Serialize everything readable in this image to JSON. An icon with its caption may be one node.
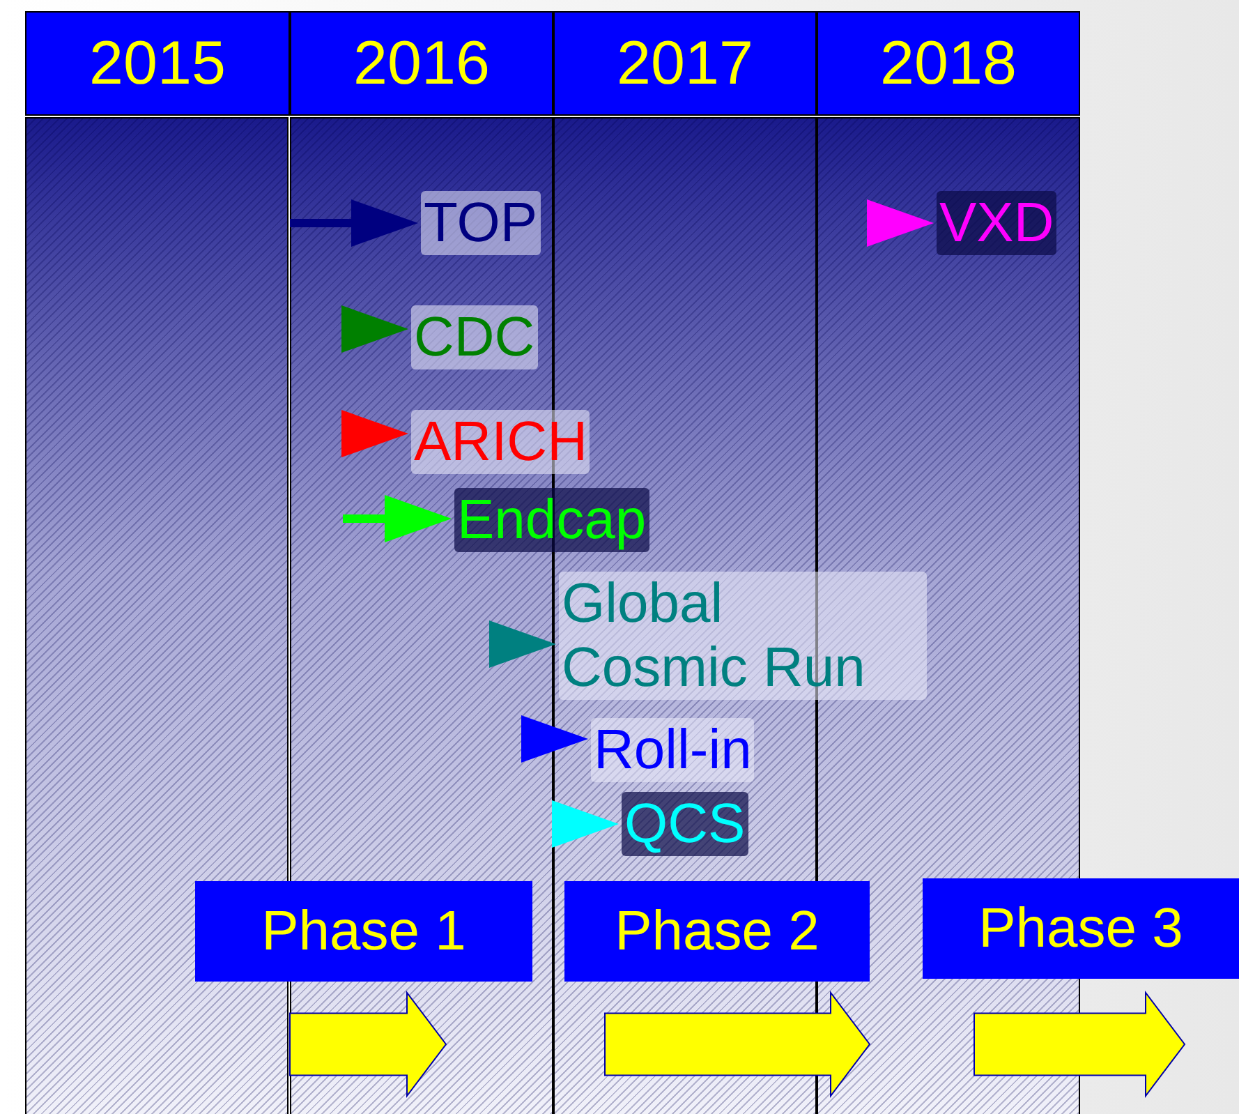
{
  "diagram": {
    "nodes": [
      {
        "text": [
          "2015"
        ]
      },
      {
        "text": [
          "2016"
        ]
      },
      {
        "text": [
          "2017"
        ]
      },
      {
        "text": [
          "2018"
        ]
      },
      {
        "text": [
          "TOP"
        ]
      },
      {
        "text": [
          "CDC"
        ]
      },
      {
        "text": [
          "ARICH"
        ]
      },
      {
        "text": [
          "Endcap"
        ]
      },
      {
        "text": [
          "Global Cosmic Run"
        ]
      },
      {
        "text": [
          "Roll-in"
        ]
      },
      {
        "text": [
          "QCS"
        ]
      },
      {
        "text": [
          "VXD"
        ]
      },
      {
        "text": [
          "Phase 1"
        ]
      },
      {
        "text": [
          "Phase 2"
        ]
      },
      {
        "text": [
          "Phase 3"
        ]
      }
    ],
    "edges": [
      {
        "from": null,
        "to": 4,
        "arrow": "to",
        "color": "#000080"
      },
      {
        "from": null,
        "to": 5,
        "arrow": "to",
        "color": "#008000"
      },
      {
        "from": null,
        "to": 6,
        "arrow": "to",
        "color": "#ff0000"
      },
      {
        "from": null,
        "to": 7,
        "arrow": "to",
        "color": "#00ff00"
      },
      {
        "from": null,
        "to": 8,
        "arrow": "to",
        "color": "#008080"
      },
      {
        "from": null,
        "to": 9,
        "arrow": "to",
        "color": "#0000ff"
      },
      {
        "from": null,
        "to": 10,
        "arrow": "to",
        "color": "#00ffff"
      },
      {
        "from": null,
        "to": 11,
        "arrow": "to",
        "color": "#ff00ff"
      }
    ]
  }
}
